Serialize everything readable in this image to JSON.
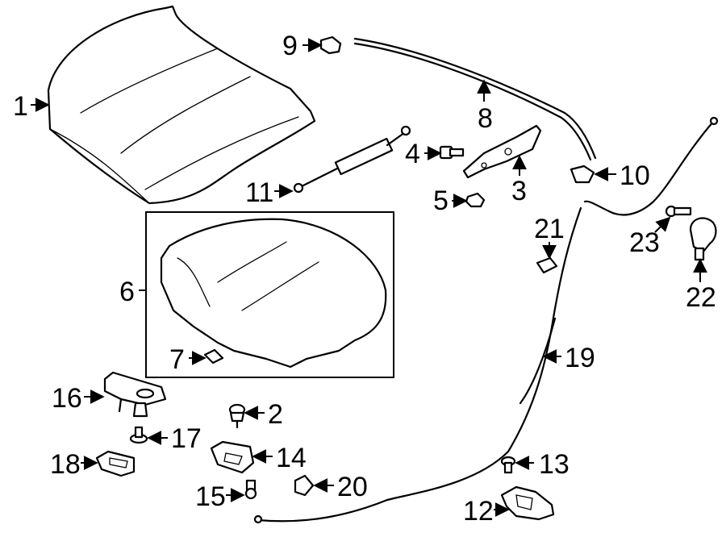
{
  "diagram": {
    "callouts": {
      "c1": "1",
      "c2": "2",
      "c3": "3",
      "c4": "4",
      "c5": "5",
      "c6": "6",
      "c7": "7",
      "c8": "8",
      "c9": "9",
      "c10": "10",
      "c11": "11",
      "c12": "12",
      "c13": "13",
      "c14": "14",
      "c15": "15",
      "c16": "16",
      "c17": "17",
      "c18": "18",
      "c19": "19",
      "c20": "20",
      "c21": "21",
      "c22": "22",
      "c23": "23"
    }
  }
}
